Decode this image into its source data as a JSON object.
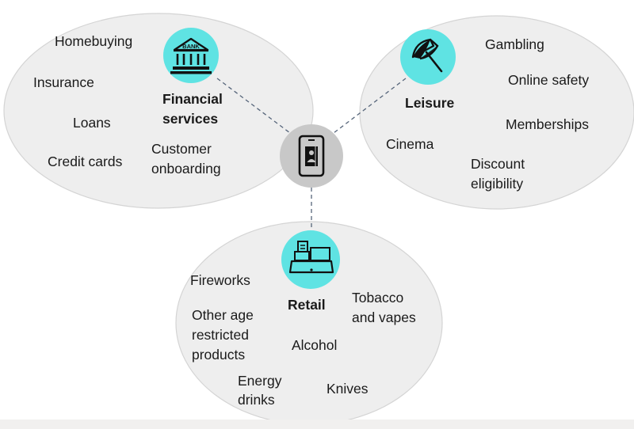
{
  "categories": {
    "financial": {
      "title_line1": "Financial",
      "title_line2": "services",
      "icon_text": "BANK",
      "items": {
        "homebuying": "Homebuying",
        "insurance": "Insurance",
        "loans": "Loans",
        "credit_cards": "Credit cards",
        "customer_onboarding_1": "Customer",
        "customer_onboarding_2": "onboarding"
      }
    },
    "leisure": {
      "title": "Leisure",
      "items": {
        "gambling": "Gambling",
        "online_safety": "Online safety",
        "memberships": "Memberships",
        "cinema": "Cinema",
        "discount_1": "Discount",
        "discount_2": "eligibility"
      }
    },
    "retail": {
      "title": "Retail",
      "items": {
        "fireworks": "Fireworks",
        "other_1": "Other age",
        "other_2": "restricted",
        "other_3": "products",
        "tobacco_1": "Tobacco",
        "tobacco_2": "and vapes",
        "alcohol": "Alcohol",
        "energy_1": "Energy",
        "energy_2": "drinks",
        "knives": "Knives"
      }
    }
  },
  "icons": {
    "center": "smartphone-id-icon",
    "financial": "bank-icon",
    "leisure": "beach-umbrella-icon",
    "retail": "cash-register-icon"
  },
  "colors": {
    "blob_fill": "#eeeeee",
    "icon_accent": "#5fe3e3",
    "center_hub": "#c8c8c8",
    "connector": "#56657a"
  }
}
